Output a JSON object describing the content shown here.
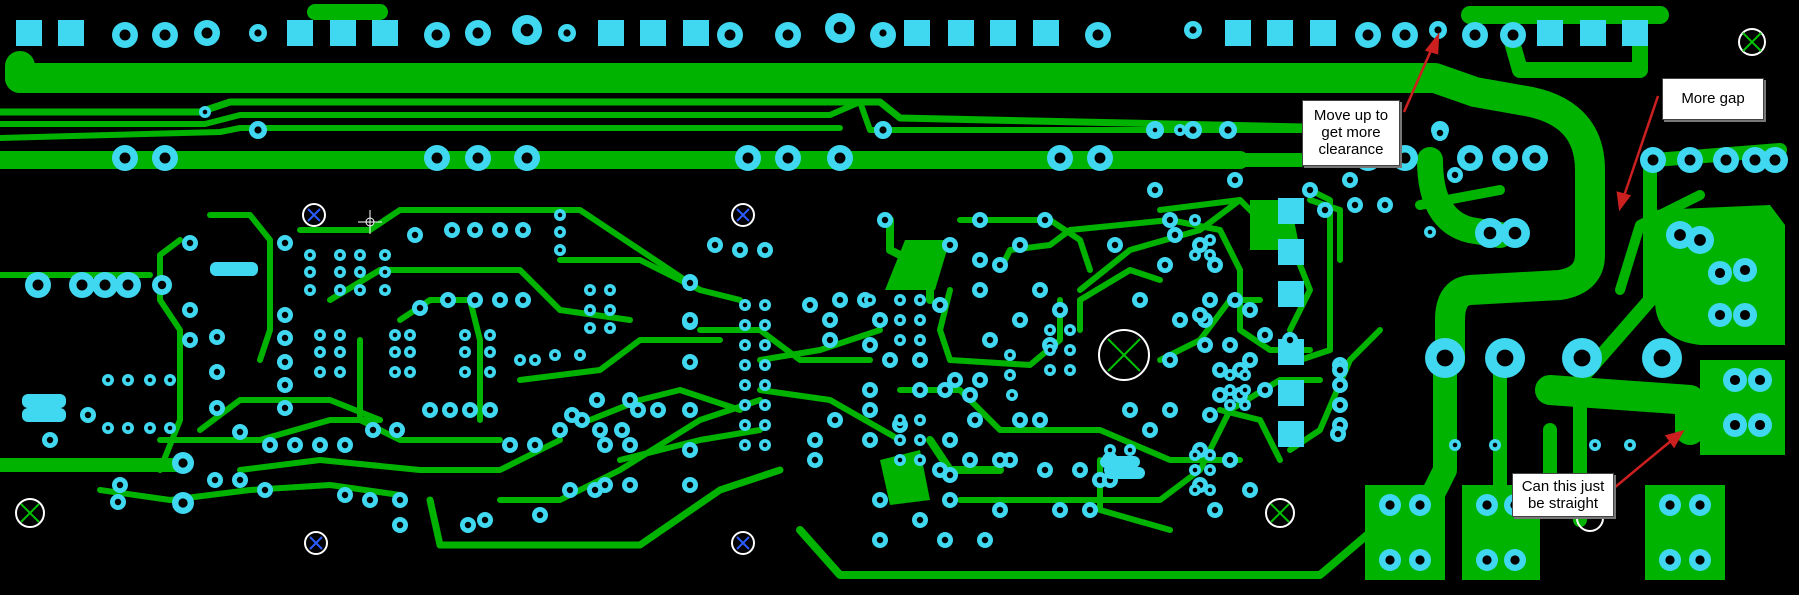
{
  "colors": {
    "background": "#000000",
    "trace": "#00b300",
    "pad": "#40d8f0",
    "mounting_hole_outline": "#ffffff",
    "cross_blue": "#2a5cff",
    "cross_green": "#00c000",
    "arrow": "#cc1f1f"
  },
  "annotations": [
    {
      "id": "clearance-note",
      "text": "Move up to get more clearance"
    },
    {
      "id": "gap-note",
      "text": "More gap"
    },
    {
      "id": "straight-note",
      "text": "Can this just be straight"
    }
  ],
  "icons": {
    "mounting_hole": "crossed-circle-icon",
    "cursor": "crosshair-cursor-icon"
  }
}
